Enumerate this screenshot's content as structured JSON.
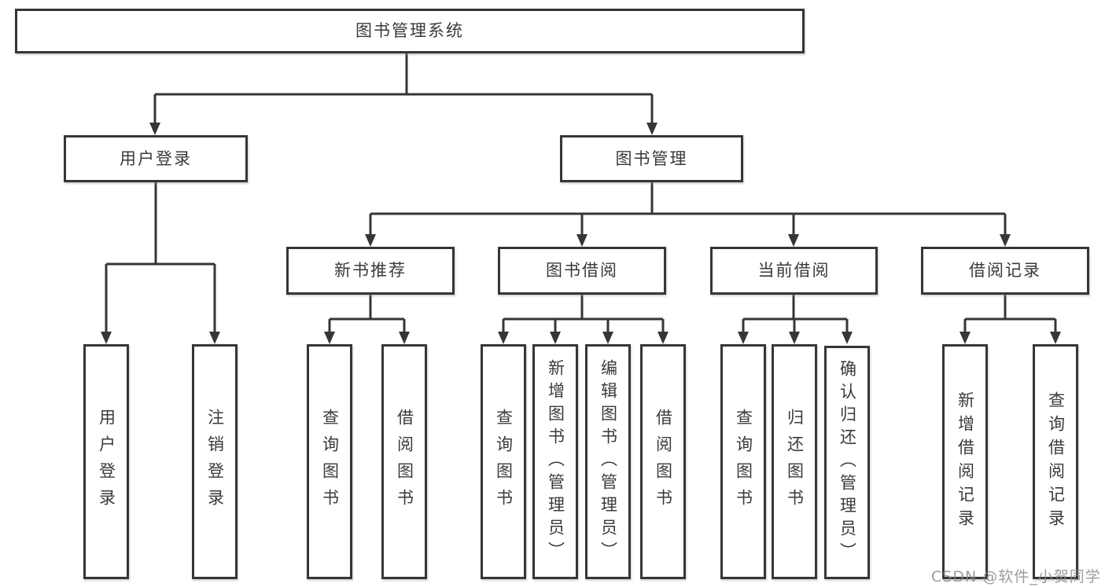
{
  "diagram": {
    "title": "图书管理系统",
    "level2": {
      "user_login": "用户登录",
      "book_management": "图书管理"
    },
    "level3": {
      "new_book_recommend": "新书推荐",
      "book_borrow": "图书借阅",
      "current_borrow": "当前借阅",
      "borrow_records": "借阅记录"
    },
    "leaves": [
      "用户登录",
      "注销登录",
      "查询图书",
      "借阅图书",
      "查询图书",
      "新增图书（管理员）",
      "编辑图书（管理员）",
      "借阅图书",
      "查询图书",
      "归还图书",
      "确认归还（管理员）",
      "新增借阅记录",
      "查询借阅记录"
    ]
  },
  "watermark": "CSDN @软件_小贺同学",
  "colors": {
    "line": "#363636",
    "text": "#3a3a3a",
    "watermark": "#8c8c8c",
    "background": "#ffffff"
  }
}
